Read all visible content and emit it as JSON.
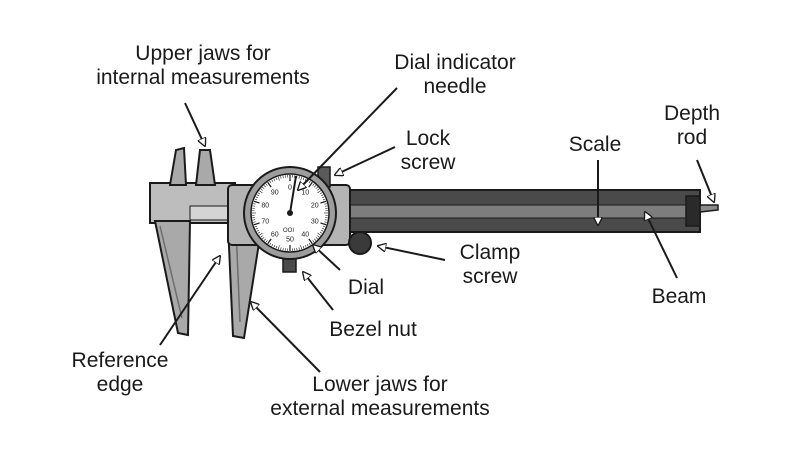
{
  "labels": {
    "upper_jaws": [
      "Upper jaws for",
      "internal measurements"
    ],
    "dial_needle": [
      "Dial indicator",
      "needle"
    ],
    "lock_screw": [
      "Lock",
      "screw"
    ],
    "scale": [
      "Scale"
    ],
    "depth_rod": [
      "Depth",
      "rod"
    ],
    "clamp_screw": [
      "Clamp",
      "screw"
    ],
    "dial": [
      "Dial"
    ],
    "beam": [
      "Beam"
    ],
    "bezel_nut": [
      "Bezel nut"
    ],
    "reference_edge": [
      "Reference",
      "edge"
    ],
    "lower_jaws": [
      "Lower jaws for",
      "external measurements"
    ]
  },
  "dial_face": {
    "numbers": [
      "0",
      "10",
      "20",
      "30",
      "40",
      "50",
      "60",
      "70",
      "80",
      "90"
    ],
    "unit": "OOI"
  },
  "colors": {
    "ink": "#1a1a1a",
    "metal": "#a9a9a9",
    "metal_light": "#cfcfcf",
    "beam_dark": "#4a4a4a",
    "background": "#ffffff"
  }
}
